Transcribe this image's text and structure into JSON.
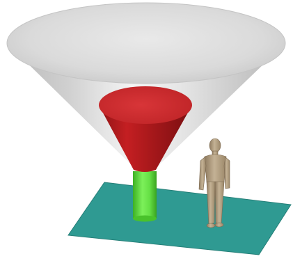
{
  "scene": {
    "objects": [
      {
        "name": "outer-cone",
        "color": "#d6d6d6"
      },
      {
        "name": "inner-cone",
        "color": "#c8282a"
      },
      {
        "name": "green-cylinder",
        "color": "#5ee63c"
      },
      {
        "name": "ground-plane",
        "color": "#2f9a92"
      },
      {
        "name": "human-figure",
        "color": "#b3a187"
      }
    ]
  }
}
